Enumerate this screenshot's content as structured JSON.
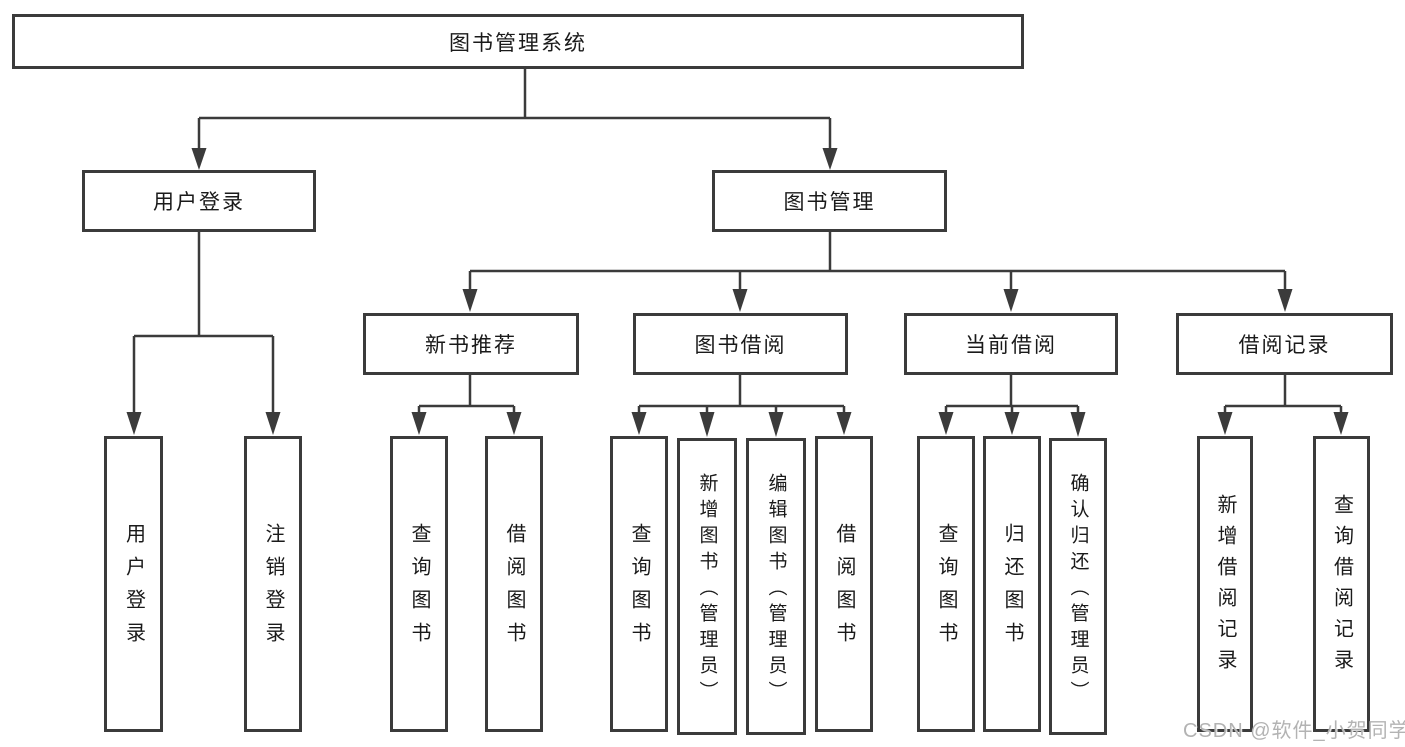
{
  "root": {
    "label": "图书管理系统"
  },
  "branches": {
    "user_login": {
      "label": "用户登录"
    },
    "book_mgmt": {
      "label": "图书管理"
    }
  },
  "modules": {
    "new_book_rec": {
      "label": "新书推荐"
    },
    "book_borrow": {
      "label": "图书借阅"
    },
    "current_borrow": {
      "label": "当前借阅"
    },
    "borrow_records": {
      "label": "借阅记录"
    }
  },
  "leaves": {
    "user_login": "用户登录",
    "logout": "注销登录",
    "newbook_query": "查询图书",
    "newbook_borrow": "借阅图书",
    "borrow_query": "查询图书",
    "borrow_add": "新增图书（管理员）",
    "borrow_edit": "编辑图书（管理员）",
    "borrow_borrow": "借阅图书",
    "current_query": "查询图书",
    "current_return": "归还图书",
    "current_confirm": "确认归还（管理员）",
    "records_add": "新增借阅记录",
    "records_query": "查询借阅记录"
  },
  "watermark": "CSDN @软件_小贺同学",
  "colors": {
    "line": "#3b3b3b",
    "text": "#1a1a1a",
    "watermark": "#b3b3b3",
    "background": "#ffffff"
  }
}
